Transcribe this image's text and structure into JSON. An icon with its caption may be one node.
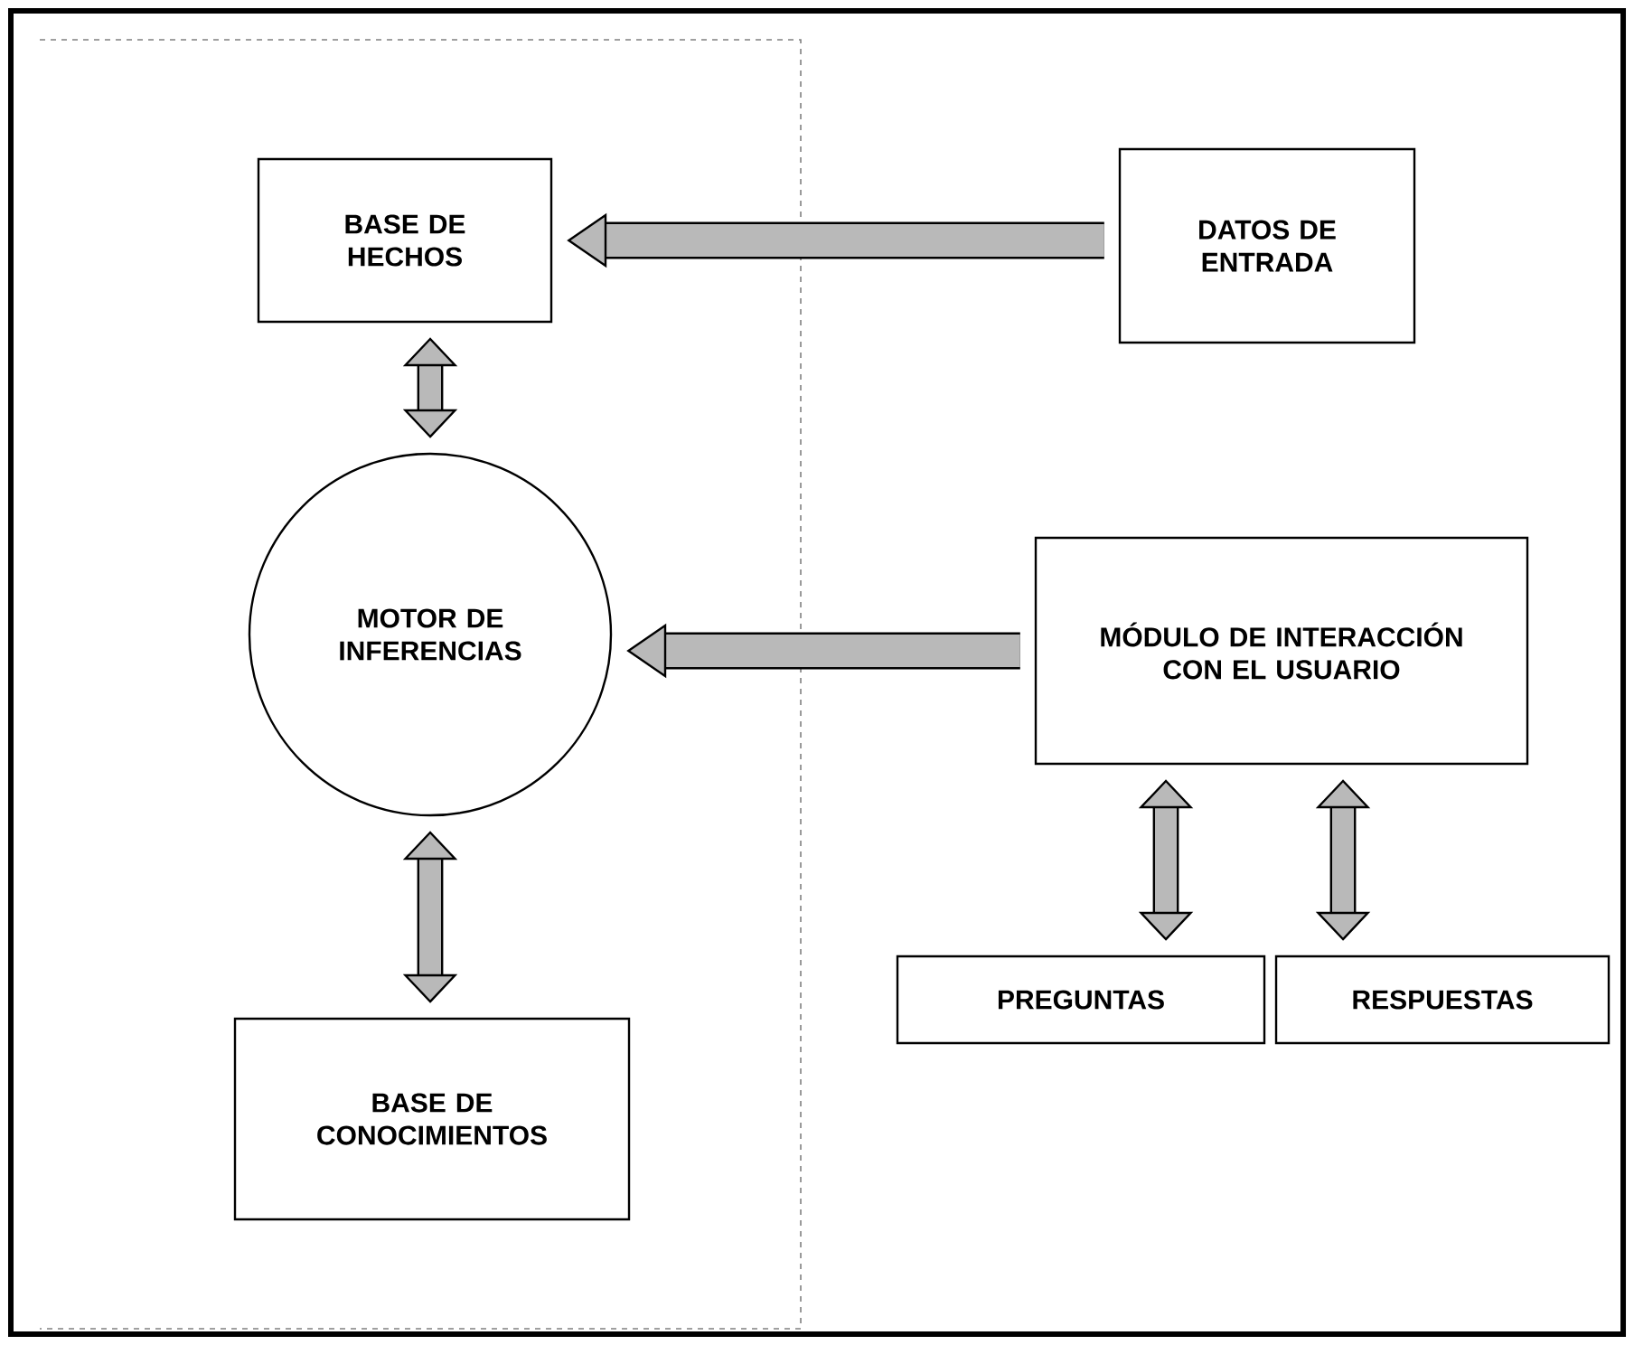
{
  "diagram": {
    "nodes": [
      {
        "text": [
          "BASE DE HECHOS"
        ]
      },
      {
        "text": [
          "DATOS DE ENTRADA"
        ]
      },
      {
        "text": [
          "MOTOR DE INFERENCIAS"
        ]
      },
      {
        "text": [
          "MÓDULO DE INTERACCIÓN CON EL USUARIO"
        ]
      },
      {
        "text": [
          "BASE DE CONOCIMIENTOS"
        ]
      },
      {
        "text": [
          "PREGUNTAS"
        ]
      },
      {
        "text": [
          "RESPUESTAS"
        ]
      }
    ],
    "edges": [
      {
        "from": 1,
        "to": 0,
        "arrow": "to"
      },
      {
        "from": 0,
        "to": 2,
        "arrow": "both"
      },
      {
        "from": 3,
        "to": 2,
        "arrow": "to"
      },
      {
        "from": 2,
        "to": 4,
        "arrow": "both"
      },
      {
        "from": 3,
        "to": 5,
        "arrow": "both"
      },
      {
        "from": 3,
        "to": 6,
        "arrow": "both"
      }
    ]
  }
}
